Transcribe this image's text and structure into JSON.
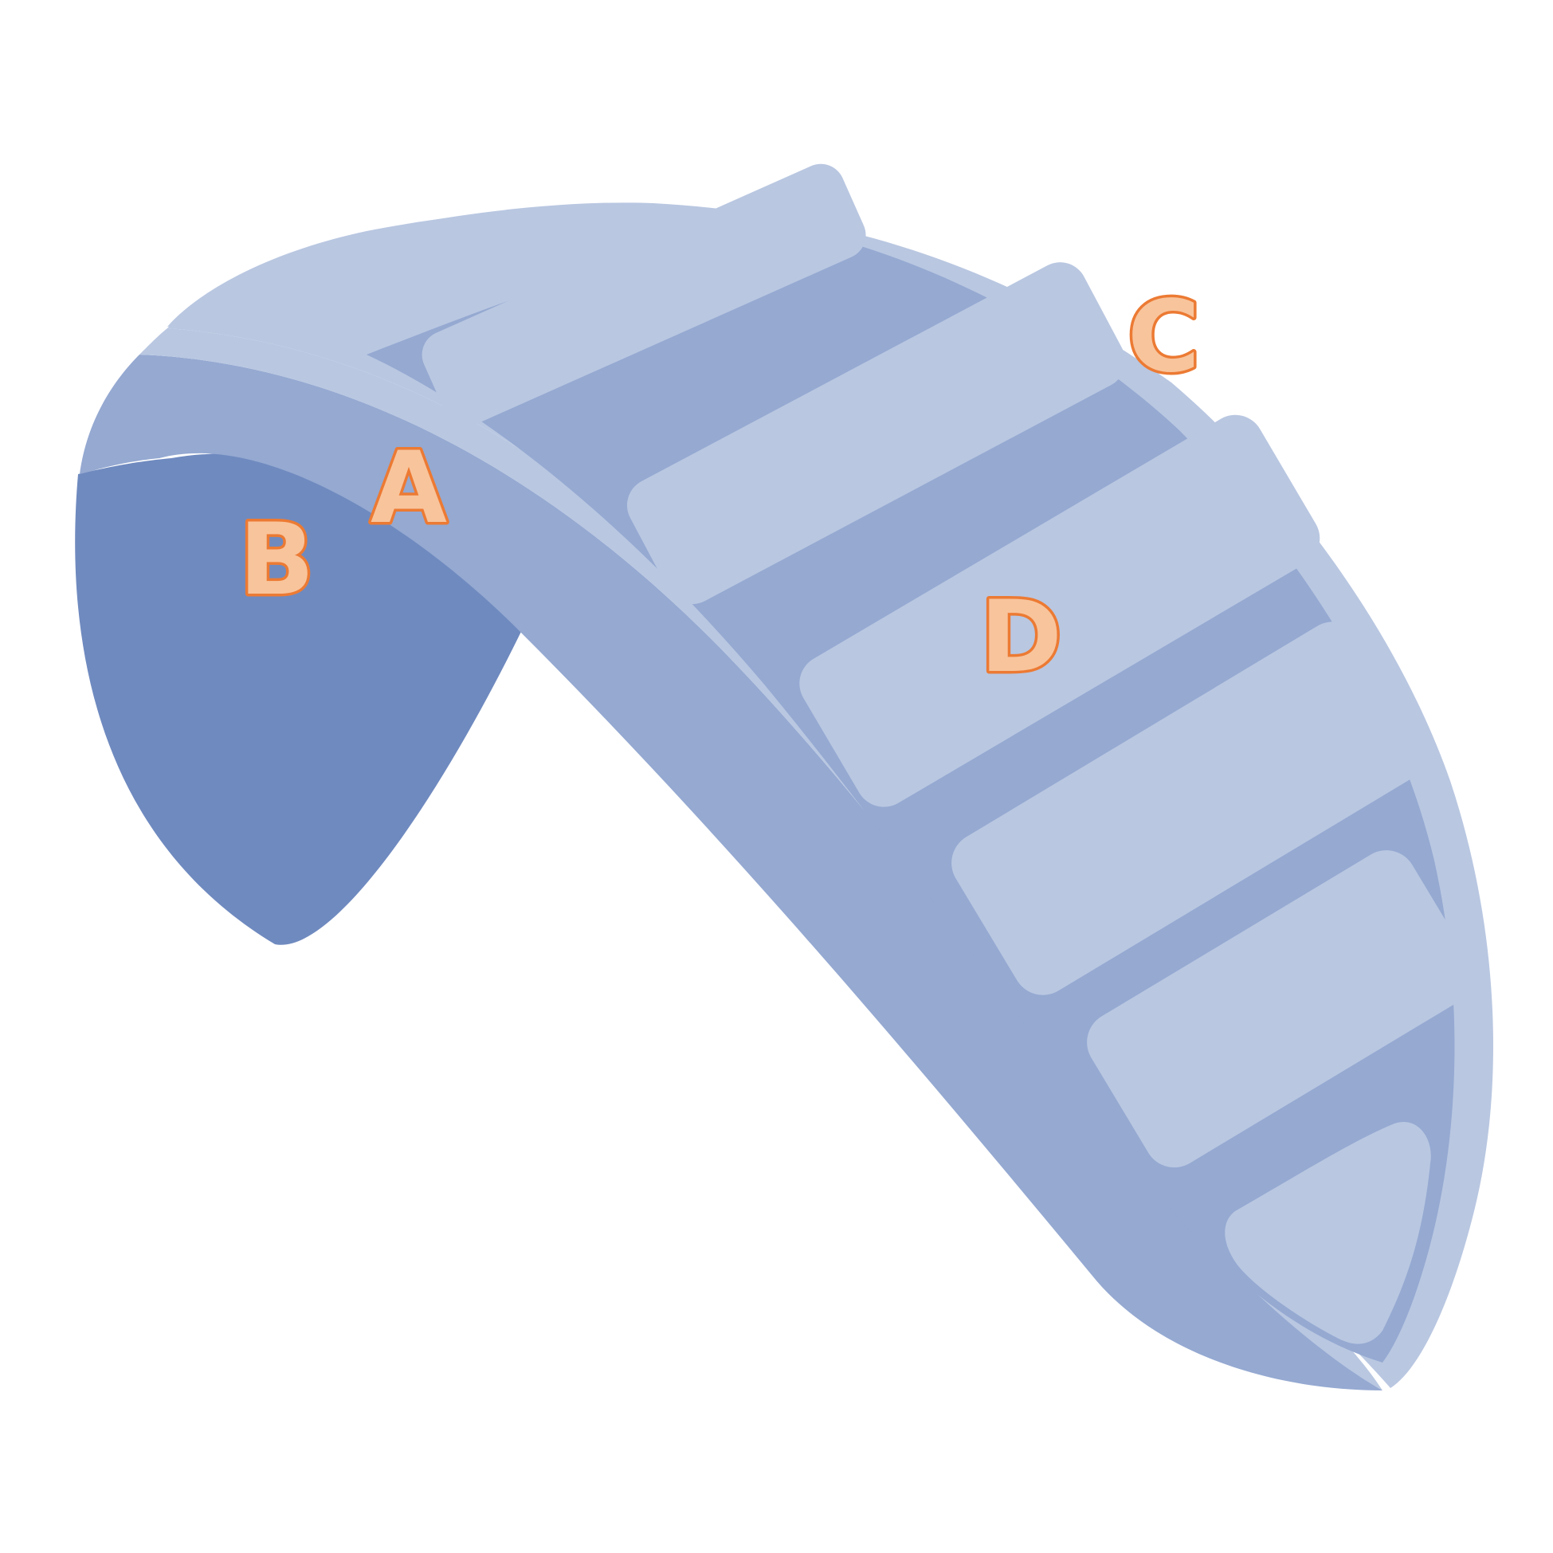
{
  "colors": {
    "background": "#ffffff",
    "canopy_light": "#b9c7e1",
    "canopy_mid": "#95a9d1",
    "canopy_dark": "#6f8abf",
    "label_fill": "#f8c49c",
    "label_stroke": "#ec7a33"
  },
  "labels": {
    "a": "A",
    "b": "B",
    "c": "C",
    "d": "D"
  }
}
